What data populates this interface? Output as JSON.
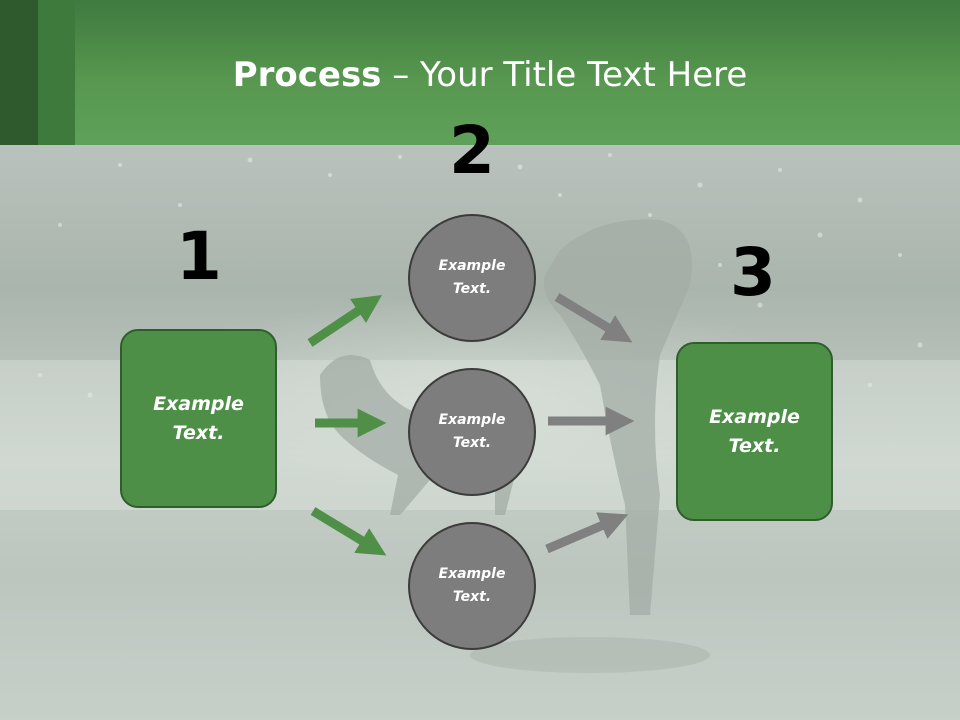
{
  "title": {
    "bold": "Process",
    "rest": " – Your Title Text Here"
  },
  "steps": {
    "one": "1",
    "two": "2",
    "three": "3"
  },
  "left_box": "Example\nText.",
  "right_box": "Example\nText.",
  "circles": [
    "Example\nText.",
    "Example\nText.",
    "Example\nText."
  ],
  "colors": {
    "header_green": "#57974f",
    "box_green": "#4e8f48",
    "arrow_green": "#4f8f47",
    "circle_gray": "#7c7d7c",
    "arrow_gray": "#7f807f"
  }
}
